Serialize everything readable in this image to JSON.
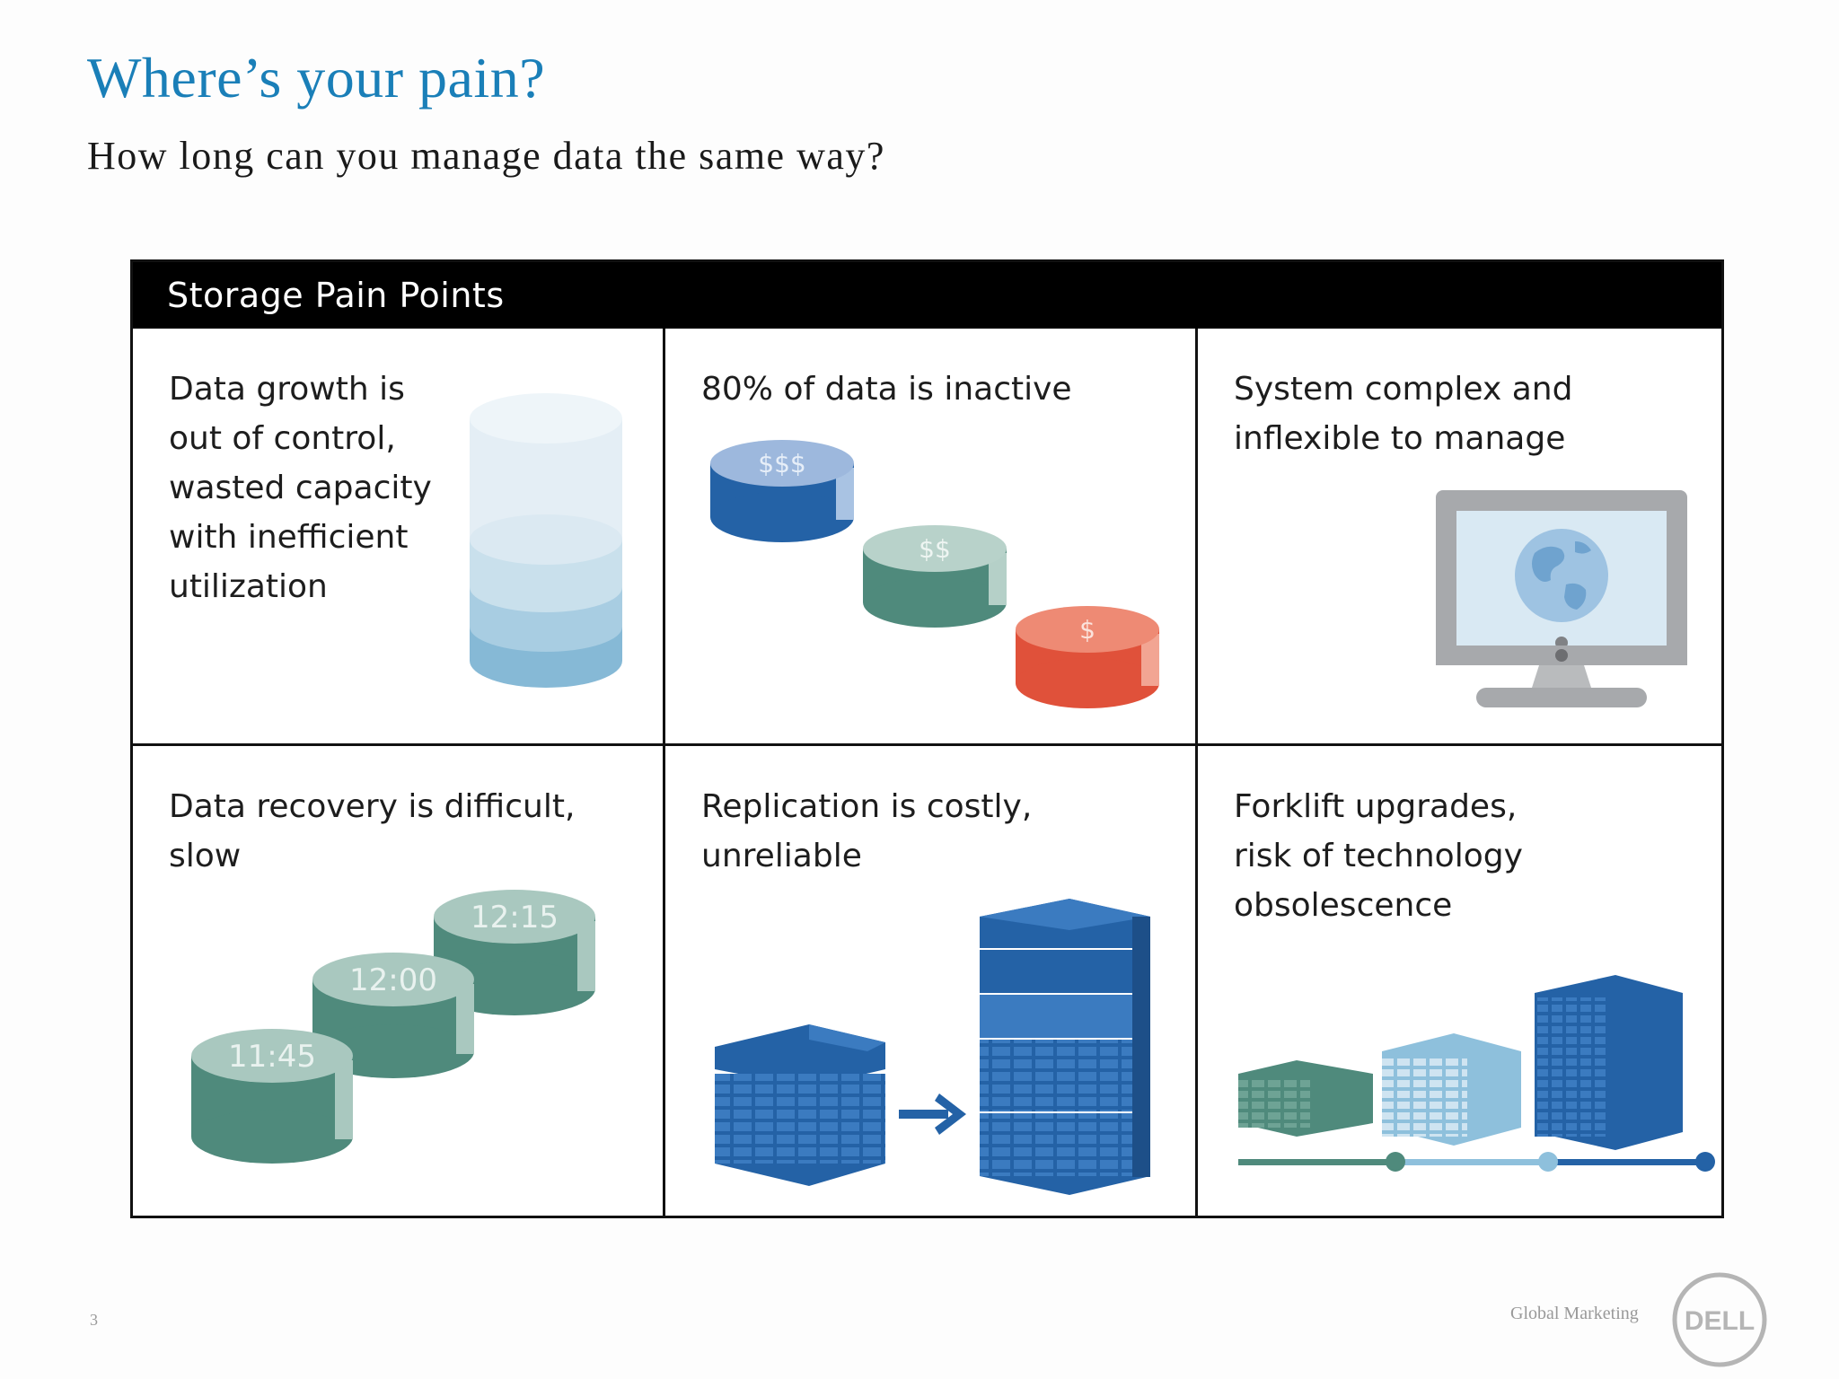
{
  "slide": {
    "title": "Where’s your pain?",
    "subtitle": "How long can you manage data the same way?",
    "page_number": "3",
    "footer": "Global Marketing",
    "logo_text": "DELL"
  },
  "panel": {
    "header": "Storage Pain Points",
    "cells": [
      {
        "text": "Data growth is\nout of control,\nwasted capacity\nwith inefficient\nutilization",
        "icon": "stacked-cylinder-icon"
      },
      {
        "text": "80% of data is inactive",
        "icon": "tiered-cost-disks-icon",
        "labels": [
          "$$$",
          "$$",
          "$"
        ]
      },
      {
        "text": "System complex and\ninflexible to manage",
        "icon": "monitor-globe-icon"
      },
      {
        "text": "Data recovery is difficult,\nslow",
        "icon": "snapshot-disks-icon",
        "labels": [
          "11:45",
          "12:00",
          "12:15"
        ]
      },
      {
        "text": "Replication is costly,\nunreliable",
        "icon": "replication-servers-icon"
      },
      {
        "text": "Forklift upgrades,\nrisk of technology\nobsolescence",
        "icon": "upgrade-path-icon"
      }
    ]
  },
  "colors": {
    "title_blue": "#1a7fb8",
    "dark_blue": "#2462a6",
    "teal": "#4f8a7c",
    "light_teal": "#a9c8bf",
    "light_blue": "#8ec0dc",
    "red": "#e0513a"
  }
}
